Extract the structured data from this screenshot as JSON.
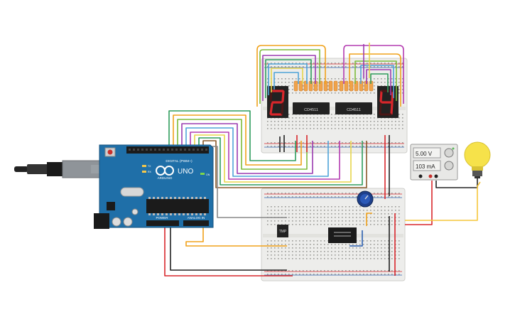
{
  "arduino": {
    "brand": "ARDUINO",
    "model": "UNO",
    "digital_label": "DIGITAL (PWM~)",
    "power_label": "POWER",
    "analog_label": "ANALOG IN",
    "tx": "TX",
    "rx": "RX",
    "on": "ON"
  },
  "displays": {
    "left_digit": "2",
    "right_digit": "4",
    "segment_color": "#d9262b"
  },
  "chips": {
    "left": "CD4511",
    "right": "CD4511"
  },
  "sensor": {
    "label": "TMP"
  },
  "power_supply": {
    "voltage": "5.00 V",
    "current": "103 mA"
  },
  "colors": {
    "board": "#1f6fa8",
    "breadboard": "#ededeb",
    "rail_red": "#d9262b",
    "rail_blue": "#2b5fb0",
    "bulb": "#f6e24a"
  },
  "icons": {
    "usb": "usb-plug-icon",
    "bulb": "light-bulb-icon",
    "pot": "potentiometer-icon"
  }
}
